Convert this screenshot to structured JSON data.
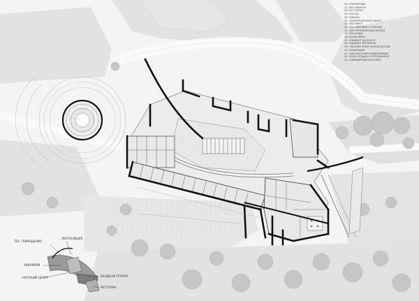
{
  "legend": {
    "items": [
      "26. ГОРНИЧНЫЕ",
      "27. ВЕСТИБЮЛЬ",
      "28. РЕСТОРАН",
      "29. КАССЫ",
      "30. ОФИСЫ",
      "31. ЭКСКУРСИОННОЕ БЮРО",
      "32. ЗАЛ АКУЛ",
      "33. ЗАЛ МИРОВОГО ОКЕАНА",
      "34. ЗАЛ ТРОПИЧЕСКИХ МОРЕЙ",
      "35. ЗАЛ АУДИ",
      "36. БАТИСФЕРА",
      "37. КАБИНЕТ БИОЛОГА",
      "38. КАБИНЕТ ВЕТВРАЧА",
      "39. ЛАБОРАТОРИЯ ОКЕАНОЛОГИИ",
      "40. РЕКРЕАЦИЯ",
      "41. ЛАБОРАТОРИЯ ГИДРОХИМИИ",
      "42. ЗОНА ОТДЫХА СОТРУДНИКОВ",
      "43. СУВЕНИРНЫЙ МАГАЗИН"
    ]
  },
  "key_diagram": {
    "labels": {
      "tech_rooms": "ТЕХ. ПОМЕЩЕНИЯ",
      "exposition": "ЭКСПОЗИЦИЯ",
      "aquarium": "АКВАРИУМ",
      "entrance_group": "ВХОДНАЯ ГРУППА",
      "research_center": "НАУЧНЫЙ ЦЕНТР",
      "restaurant": "РЕСТОРАН"
    }
  },
  "colors": {
    "background": "#f4f4f4",
    "ground": "#dcdcdc",
    "road": "#f7f7f7",
    "wall": "#111111",
    "tree_canopy": "#c4c4c4",
    "interior": "#ececec",
    "diagram_fill": "#9a9a9a"
  }
}
